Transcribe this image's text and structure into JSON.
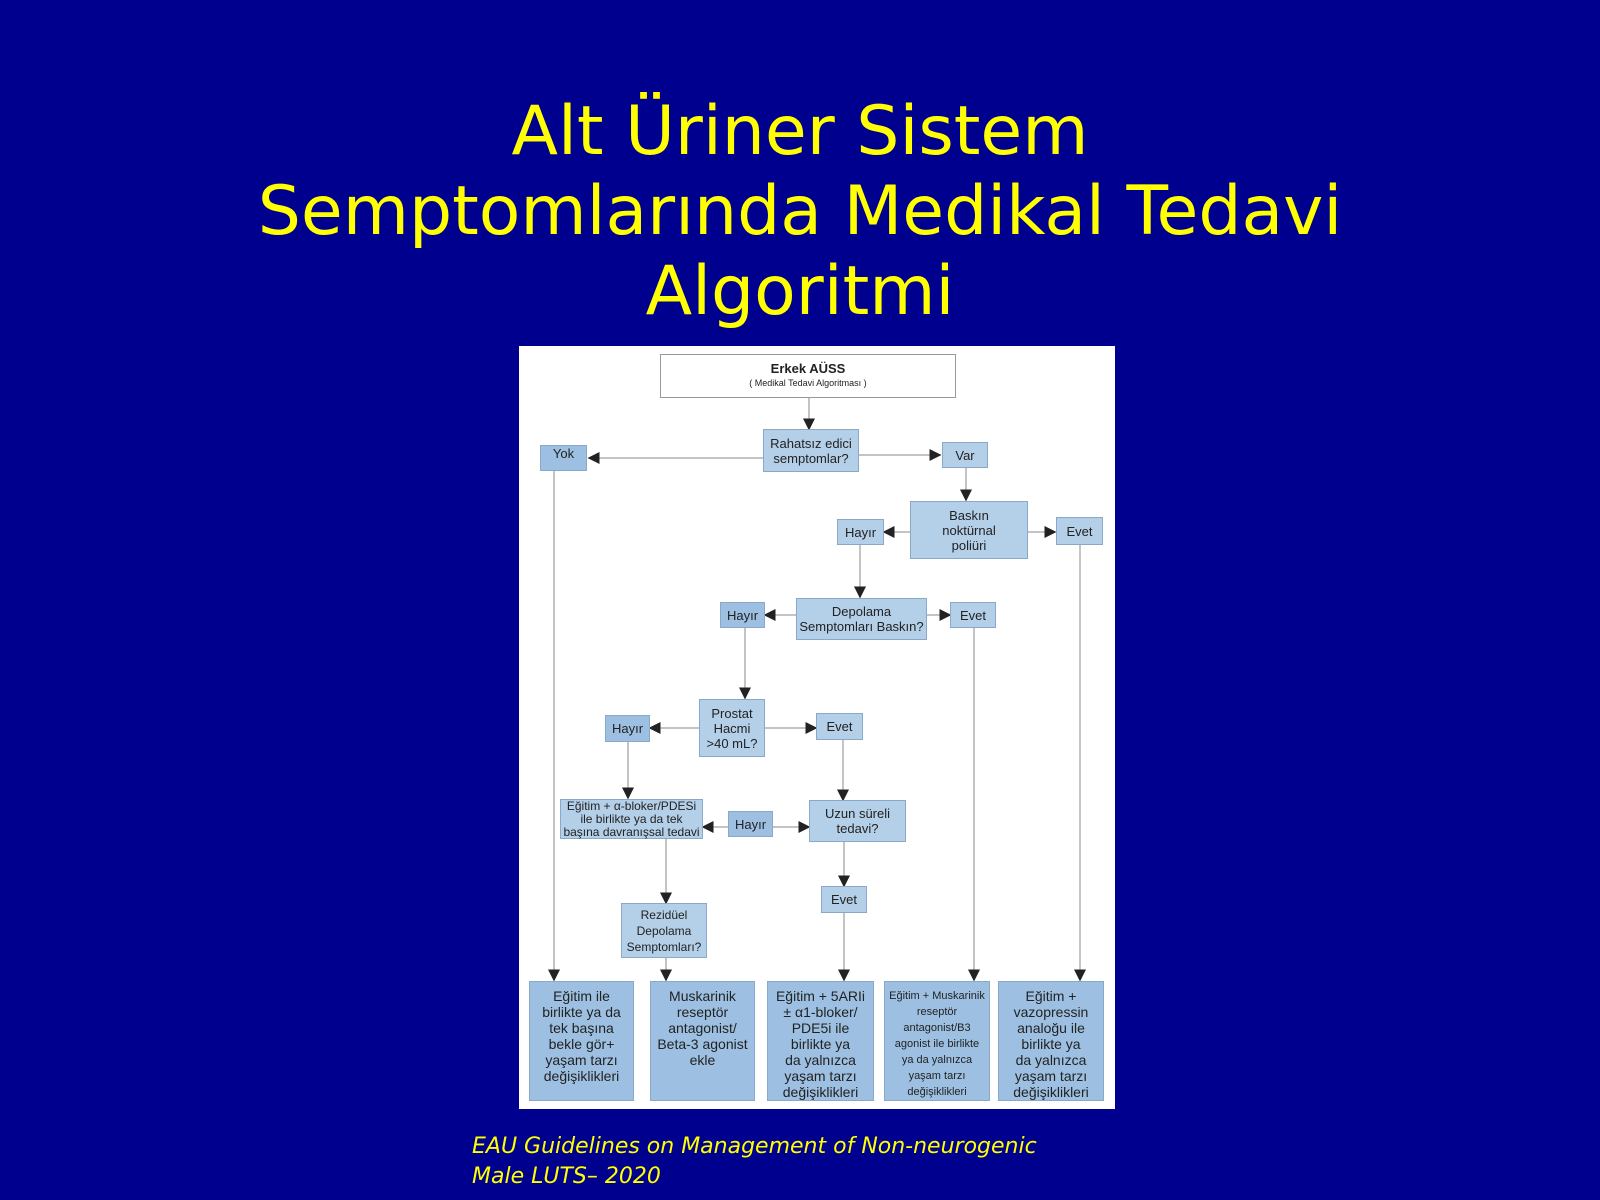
{
  "slide": {
    "title": "Alt Üriner Sistem\nSemptomlarında Medikal Tedavi\nAlgoritmi",
    "footer": "EAU Guidelines on Management of Non-neurogenic\nMale LUTS– 2020"
  },
  "flowchart": {
    "header_title": "Erkek AÜSS",
    "header_subtitle": "(        Medikal Tedavi Algoritması        )",
    "q_bothersome": "Rahatsız edici\nsemptomlar?",
    "a_yok": "Yok",
    "a_var": "Var",
    "q_nocturnal": "Baskın\nnoktürnal\npoliüri",
    "a_nocturnal_no": "Hayır",
    "a_nocturnal_yes": "Evet",
    "q_storage": "Depolama\nSemptomları Baskın?",
    "a_storage_no": "Hayır",
    "a_storage_yes": "Evet",
    "q_prostate": "Prostat\nHacmi\n>40 mL?",
    "a_prostate_no": "Hayır",
    "a_prostate_yes": "Evet",
    "t_alpha": "Eğitim + α-bloker/PDESi\nile birlikte ya da tek\nbaşına davranışsal tedavi",
    "a_longterm_no": "Hayır",
    "q_longterm": "Uzun süreli\ntedavi?",
    "a_longterm_yes": "Evet",
    "q_residual": "Rezidüel\nDepolama\nSemptomları?",
    "outcomes": [
      "Eğitim ile\nbirlikte ya da\ntek başına\nbekle gör+\nyaşam tarzı\ndeğişiklikleri",
      "Muskarinik\nreseptör\nantagonist/\nBeta-3 agonist\nekle",
      "Eğitim + 5ARIi\n± α1-bloker/\nPDE5i ile\nbirlikte ya\nda yalnızca\nyaşam tarzı\ndeğişiklikleri",
      "Eğitim + Muskarinik\nreseptör\nantagonist/B3\nagonist ile birlikte\nya da yalnızca\nyaşam tarzı\ndeğişiklikleri",
      "Eğitim +\nvazopressin\nanaloğu ile\nbirlikte ya\nda yalnızca\nyaşam tarzı\ndeğişiklikleri"
    ]
  }
}
